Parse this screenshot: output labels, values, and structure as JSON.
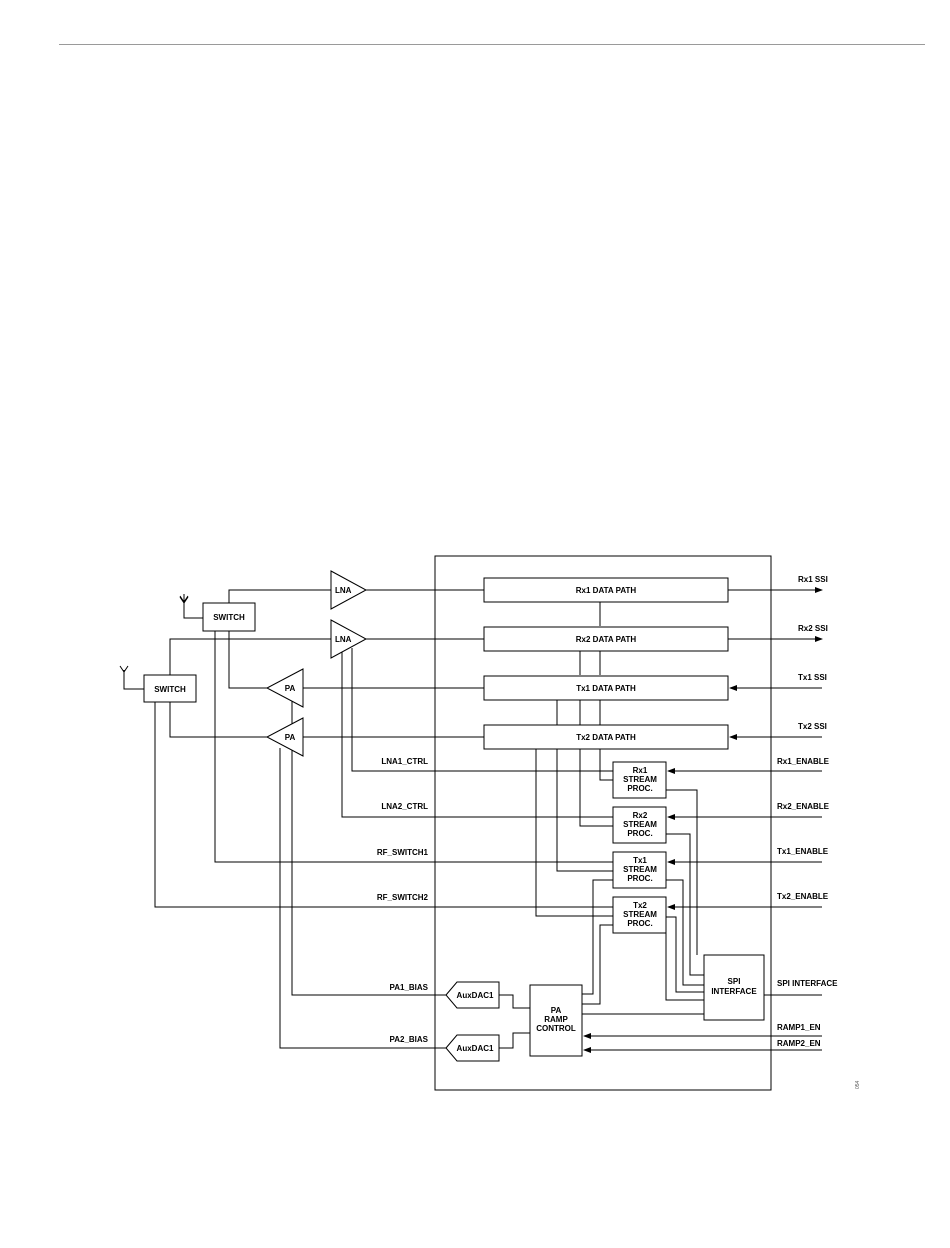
{
  "diagram": {
    "blocks": {
      "rx1_data_path": "Rx1 DATA PATH",
      "rx2_data_path": "Rx2 DATA PATH",
      "tx1_data_path": "Tx1 DATA PATH",
      "tx2_data_path": "Tx2 DATA PATH",
      "rx1_stream": [
        "Rx1",
        "STREAM",
        "PROC."
      ],
      "rx2_stream": [
        "Rx2",
        "STREAM",
        "PROC."
      ],
      "tx1_stream": [
        "Tx1",
        "STREAM",
        "PROC."
      ],
      "tx2_stream": [
        "Tx2",
        "STREAM",
        "PROC."
      ],
      "spi_interface": [
        "SPI",
        "INTERFACE"
      ],
      "pa_ramp_control": [
        "PA",
        "RAMP",
        "CONTROL"
      ],
      "auxdac_top": "AuxDAC1",
      "auxdac_bottom": "AuxDAC1",
      "switch_top": "SWITCH",
      "switch_left": "SWITCH",
      "lna1": "LNA",
      "lna2": "LNA",
      "pa1": "PA",
      "pa2": "PA"
    },
    "signals": {
      "rx1_ssi": "Rx1 SSI",
      "rx2_ssi": "Rx2 SSI",
      "tx1_ssi": "Tx1 SSI",
      "tx2_ssi": "Tx2 SSI",
      "rx1_enable": "Rx1_ENABLE",
      "rx2_enable": "Rx2_ENABLE",
      "tx1_enable": "Tx1_ENABLE",
      "tx2_enable": "Tx2_ENABLE",
      "spi_interface": "SPI INTERFACE",
      "ramp1_en": "RAMP1_EN",
      "ramp2_en": "RAMP2_EN",
      "lna1_ctrl": "LNA1_CTRL",
      "lna2_ctrl": "LNA2_CTRL",
      "rf_switch1": "RF_SWITCH1",
      "rf_switch2": "RF_SWITCH2",
      "pa1_bias": "PA1_BIAS",
      "pa2_bias": "PA2_BIAS"
    },
    "figure_id": "054"
  }
}
